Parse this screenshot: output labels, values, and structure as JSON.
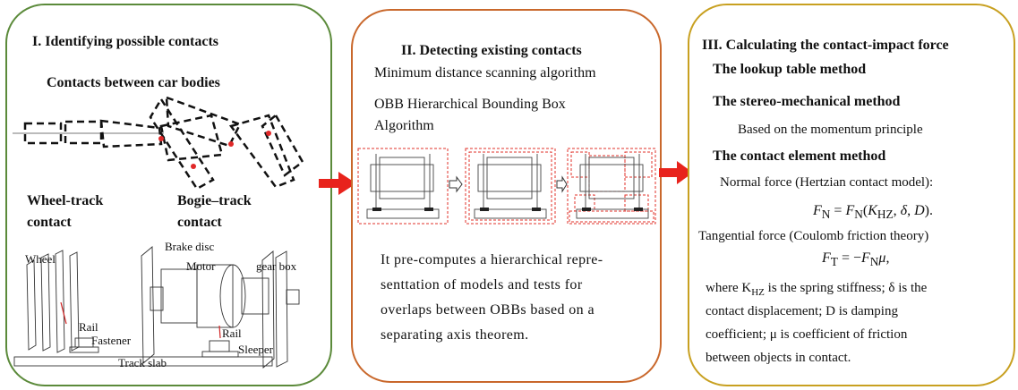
{
  "panel1": {
    "title": "I. Identifying possible contacts",
    "subtitle": "Contacts between car bodies",
    "wheel_track_1": "Wheel-track",
    "wheel_track_2": "contact",
    "bogie_track_1": "Bogie–track",
    "bogie_track_2": "contact",
    "labels": {
      "wheel": "Wheel",
      "brake_disc": "Brake disc",
      "motor": "Motor",
      "gear_box": "gear box",
      "rail_left": "Rail",
      "fastener": "Fastener",
      "rail_right": "Rail",
      "sleeper": "Sleeper",
      "track_slab": "Track slab"
    }
  },
  "panel2": {
    "title": "II. Detecting existing contacts",
    "method1": "Minimum distance scanning algorithm",
    "method2_line1": "OBB Hierarchical Bounding Box",
    "method2_line2": "Algorithm",
    "desc": [
      "It pre-computes a hierarchical repre-",
      "senttation of models and tests for",
      "overlaps between OBBs based on a",
      "separating axis theorem."
    ]
  },
  "panel3": {
    "title": "III. Calculating the contact-impact force",
    "lookup": "The lookup table method",
    "stereo": "The stereo-mechanical method",
    "momentum": "Based on the momentum principle",
    "element": "The contact element method",
    "normal": "Normal force (Hertzian contact model):",
    "tangential": "Tangential force (Coulomb friction theory)",
    "where": [
      "where  K",
      " is the spring stiffness; δ  is the",
      "contact displacement; D is damping",
      "coefficient; μ  is coefficient of friction",
      "between objects in contact."
    ]
  },
  "colors": {
    "panel1_border": "#5b8a3a",
    "panel2_border": "#c9682c",
    "panel3_border": "#c8a020",
    "arrow": "#e8231c",
    "bbox": "#e0302a"
  }
}
